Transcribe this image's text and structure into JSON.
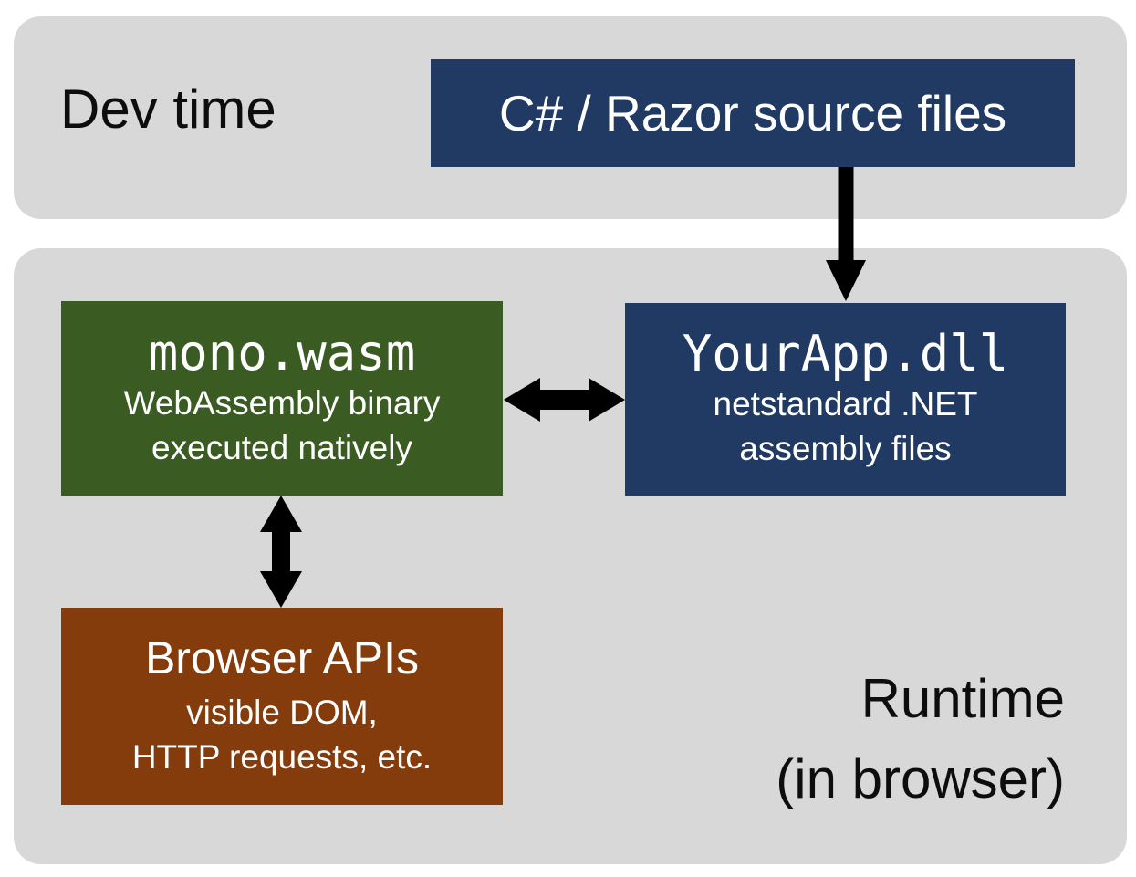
{
  "diagram": {
    "dev_time": {
      "label": "Dev time",
      "source_box": {
        "title": "C# / Razor source files"
      }
    },
    "runtime": {
      "label_line1": "Runtime",
      "label_line2": "(in browser)",
      "mono_wasm": {
        "title": "mono.wasm",
        "line1": "WebAssembly binary",
        "line2": "executed natively"
      },
      "your_app": {
        "title": "YourApp.dll",
        "line1": "netstandard .NET",
        "line2": "assembly files"
      },
      "browser_apis": {
        "title": "Browser APIs",
        "line1": "visible DOM,",
        "line2": "HTTP requests, etc."
      }
    },
    "colors": {
      "panel_gray": "#d8d8d8",
      "navy": "#203a64",
      "green": "#3a5b22",
      "brown": "#843c0c",
      "arrow_black": "#000000"
    }
  }
}
